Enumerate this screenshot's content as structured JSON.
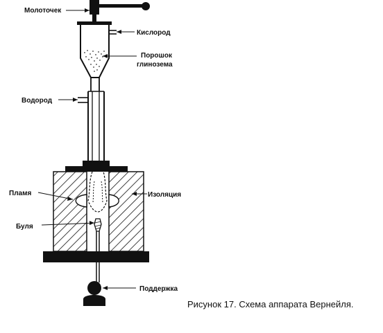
{
  "diagram": {
    "labels": {
      "hammer": "Молоточек",
      "oxygen": "Кислород",
      "powder_line1": "Порошок",
      "powder_line2": "глинозема",
      "hydrogen": "Водород",
      "flame": "Пламя",
      "insulation": "Изоляция",
      "boule": "Буля",
      "support": "Поддержка"
    },
    "caption": "Рисунок 17. Схема аппарата Вернейля."
  },
  "colors": {
    "ink": "#111111",
    "background": "#ffffff"
  }
}
